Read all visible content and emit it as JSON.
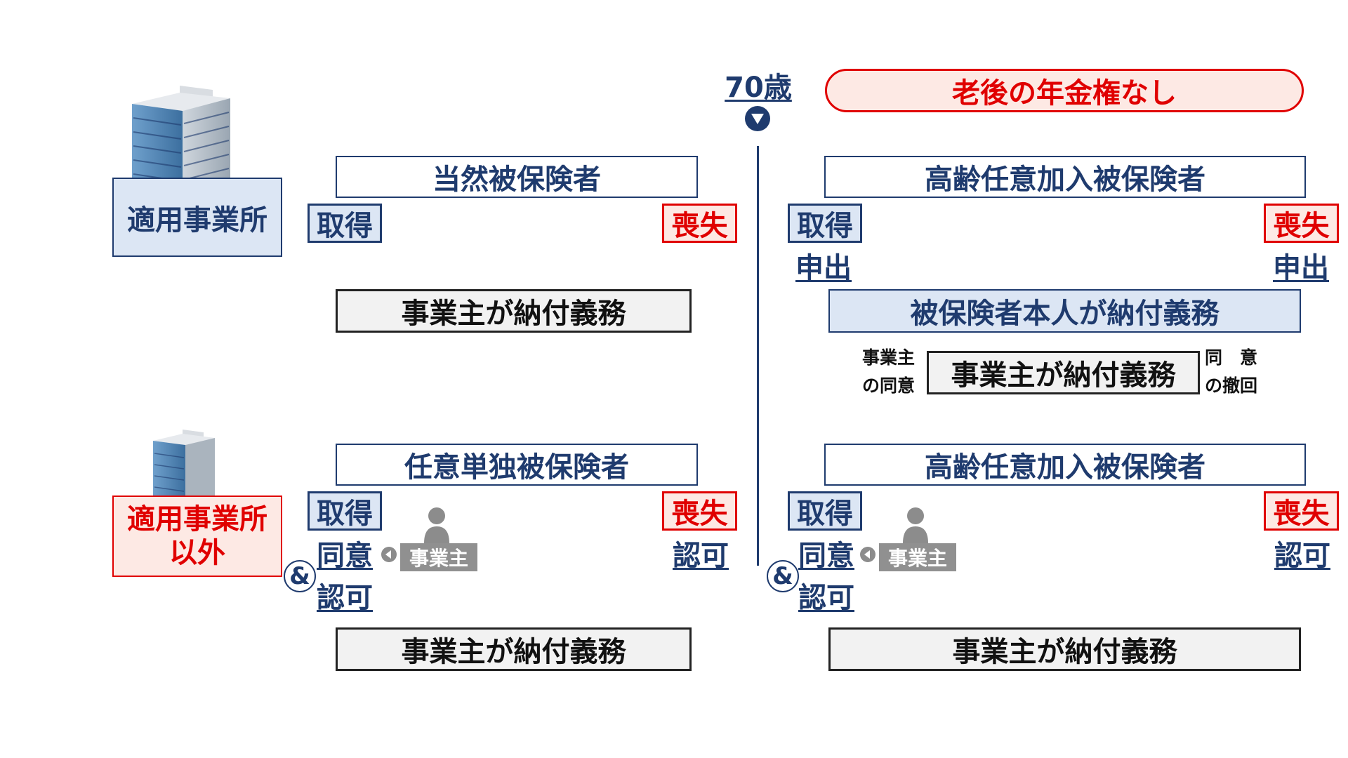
{
  "age_marker": {
    "label": "70歳"
  },
  "banner": {
    "label": "老後の年金権なし"
  },
  "top_section": {
    "workplace_label": "適用事業所",
    "left": {
      "title": "当然被保険者",
      "acquire": "取得",
      "lose": "喪失",
      "duty": "事業主が納付義務"
    },
    "right": {
      "title": "高齢任意加入被保険者",
      "acquire": "取得",
      "lose": "喪失",
      "acquire_method": "申出",
      "lose_method": "申出",
      "duty_self": "被保険者本人が納付義務",
      "employer_consent_line1": "事業主",
      "employer_consent_line2": "の同意",
      "duty_employer": "事業主が納付義務",
      "withdraw_line1": "同　意",
      "withdraw_line2": "の撤回"
    }
  },
  "bottom_section": {
    "workplace_label_line1": "適用事業所",
    "workplace_label_line2": "以外",
    "left": {
      "title": "任意単独被保険者",
      "acquire": "取得",
      "lose": "喪失",
      "consent": "同意",
      "ampersand": "&",
      "approval": "認可",
      "employer": "事業主",
      "lose_method": "認可",
      "duty": "事業主が納付義務"
    },
    "right": {
      "title": "高齢任意加入被保険者",
      "acquire": "取得",
      "lose": "喪失",
      "consent": "同意",
      "ampersand": "&",
      "approval": "認可",
      "employer": "事業主",
      "lose_method": "認可",
      "duty": "事業主が納付義務"
    }
  },
  "colors": {
    "navy": "#1f3b6e",
    "red": "#e00000",
    "label_fill": "#dce6f4",
    "red_fill": "#fde9e4",
    "employer_gray": "#909090"
  }
}
